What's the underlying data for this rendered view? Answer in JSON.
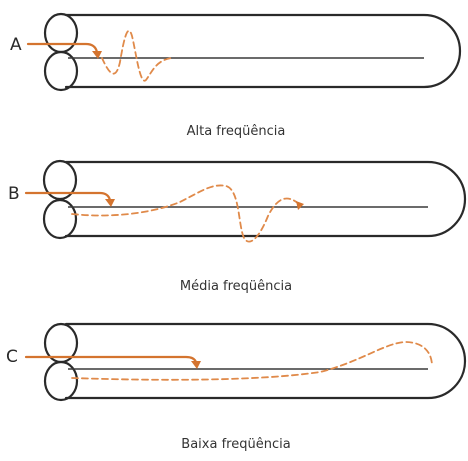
{
  "panels": [
    {
      "letter": "A",
      "caption": "Alta freqüência"
    },
    {
      "letter": "B",
      "caption": "Média freqüência"
    },
    {
      "letter": "C",
      "caption": "Baixa freqüência"
    }
  ],
  "colors": {
    "outline": "#2a2a2a",
    "arrow": "#d4742f",
    "wave": "#e08a4a",
    "background": "#ffffff"
  }
}
